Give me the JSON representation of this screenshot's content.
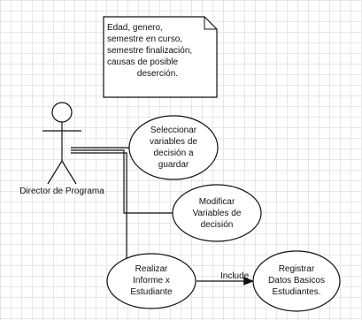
{
  "note": {
    "lines": [
      "Edad, genero,",
      "semestre en curso,",
      "semestre finalización,",
      "causas de posible",
      "deserción."
    ]
  },
  "actor": {
    "label": "Director de Programa"
  },
  "use_cases": [
    {
      "id": "seleccionar",
      "lines": [
        "Seleccionar",
        "variables de",
        "decisión a",
        "guardar"
      ]
    },
    {
      "id": "modificar",
      "lines": [
        "Modificar",
        "Variables de",
        "decisión"
      ]
    },
    {
      "id": "realizar",
      "lines": [
        "Realizar",
        "Informe x",
        "Estudiante"
      ]
    },
    {
      "id": "registrar",
      "lines": [
        "Registrar",
        "Datos Basicos",
        "Estudiantes."
      ]
    }
  ],
  "relations": {
    "include_label": "Include"
  }
}
